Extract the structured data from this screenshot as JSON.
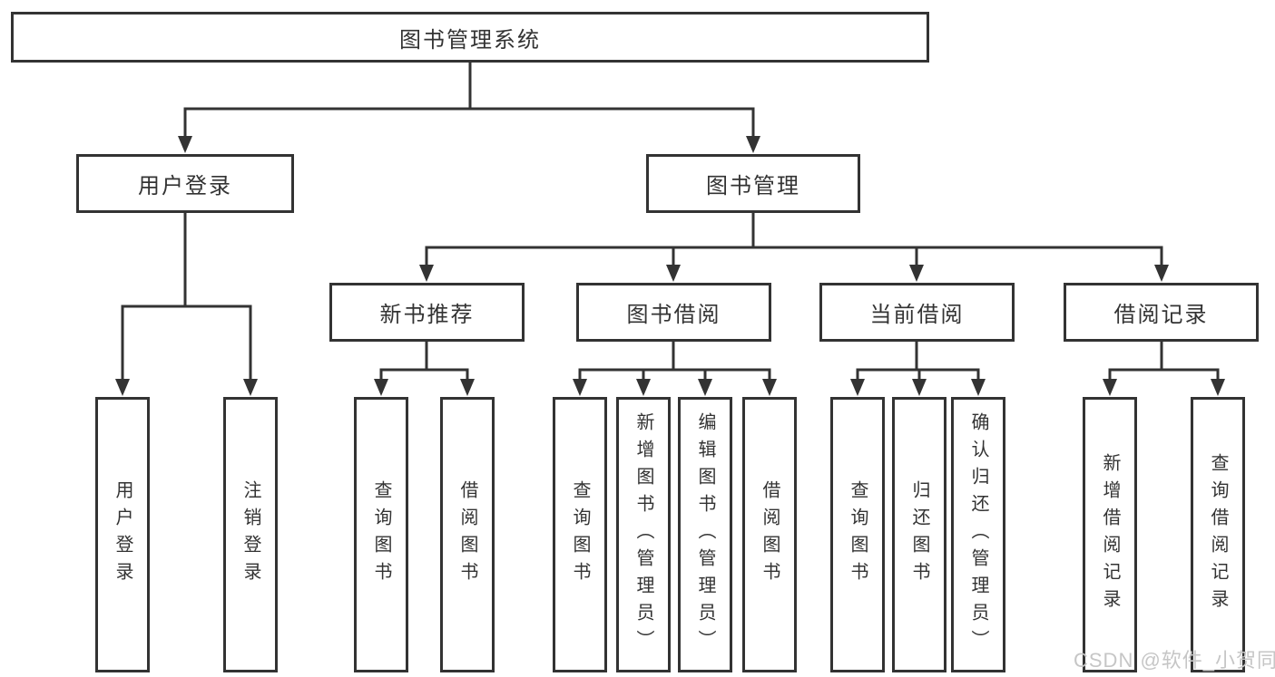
{
  "diagram": {
    "root": {
      "label": "图书管理系统"
    },
    "level2": [
      {
        "label": "用户登录"
      },
      {
        "label": "图书管理"
      }
    ],
    "level3": [
      {
        "label": "新书推荐"
      },
      {
        "label": "图书借阅"
      },
      {
        "label": "当前借阅"
      },
      {
        "label": "借阅记录"
      }
    ],
    "leaves": {
      "user_login": [
        "用户登录",
        "注销登录"
      ],
      "new_books": [
        "查询图书",
        "借阅图书"
      ],
      "book_borrow": [
        "查询图书",
        "新增图书（管理员）",
        "编辑图书（管理员）",
        "借阅图书"
      ],
      "current_borrow": [
        "查询图书",
        "归还图书",
        "确认归还（管理员）"
      ],
      "borrow_records": [
        "新增借阅记录",
        "查询借阅记录"
      ]
    },
    "watermark": "CSDN @软件_小贺同学",
    "colors": {
      "line": "#333333",
      "text": "#333333",
      "watermark": "#c6c6c6",
      "background": "#ffffff"
    }
  }
}
